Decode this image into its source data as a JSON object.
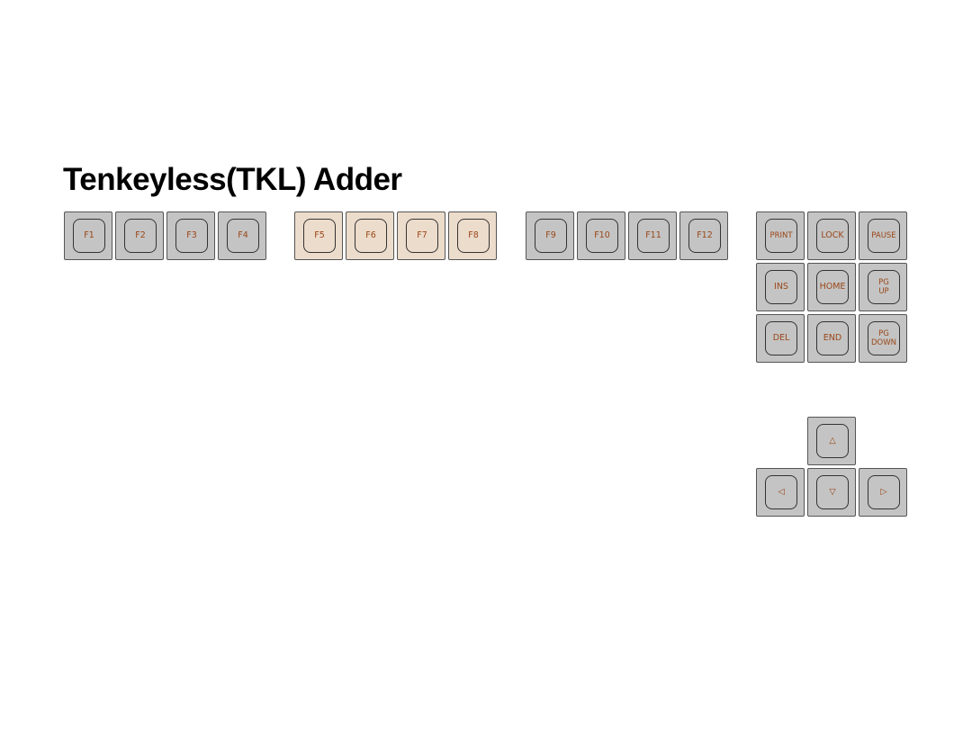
{
  "title": "Tenkeyless(TKL) Adder",
  "colors": {
    "key_gray": "#c4c4c4",
    "key_beige": "#ecdccb",
    "legend": "#9a4718"
  },
  "keys": [
    {
      "label": "F1",
      "color": "gray"
    },
    {
      "label": "F2",
      "color": "gray"
    },
    {
      "label": "F3",
      "color": "gray"
    },
    {
      "label": "F4",
      "color": "gray"
    },
    {
      "label": "F5",
      "color": "beige"
    },
    {
      "label": "F6",
      "color": "beige"
    },
    {
      "label": "F7",
      "color": "beige"
    },
    {
      "label": "F8",
      "color": "beige"
    },
    {
      "label": "F9",
      "color": "gray"
    },
    {
      "label": "F10",
      "color": "gray"
    },
    {
      "label": "F11",
      "color": "gray"
    },
    {
      "label": "F12",
      "color": "gray"
    },
    {
      "label": "PRINT",
      "color": "gray"
    },
    {
      "label": "LOCK",
      "color": "gray"
    },
    {
      "label": "PAUSE",
      "color": "gray"
    },
    {
      "label": "INS",
      "color": "gray"
    },
    {
      "label": "HOME",
      "color": "gray"
    },
    {
      "label": "PG\nUP",
      "color": "gray"
    },
    {
      "label": "DEL",
      "color": "gray"
    },
    {
      "label": "END",
      "color": "gray"
    },
    {
      "label": "PG\nDOWN",
      "color": "gray"
    },
    {
      "label": "△",
      "color": "gray"
    },
    {
      "label": "◁",
      "color": "gray"
    },
    {
      "label": "▽",
      "color": "gray"
    },
    {
      "label": "▷",
      "color": "gray"
    }
  ]
}
